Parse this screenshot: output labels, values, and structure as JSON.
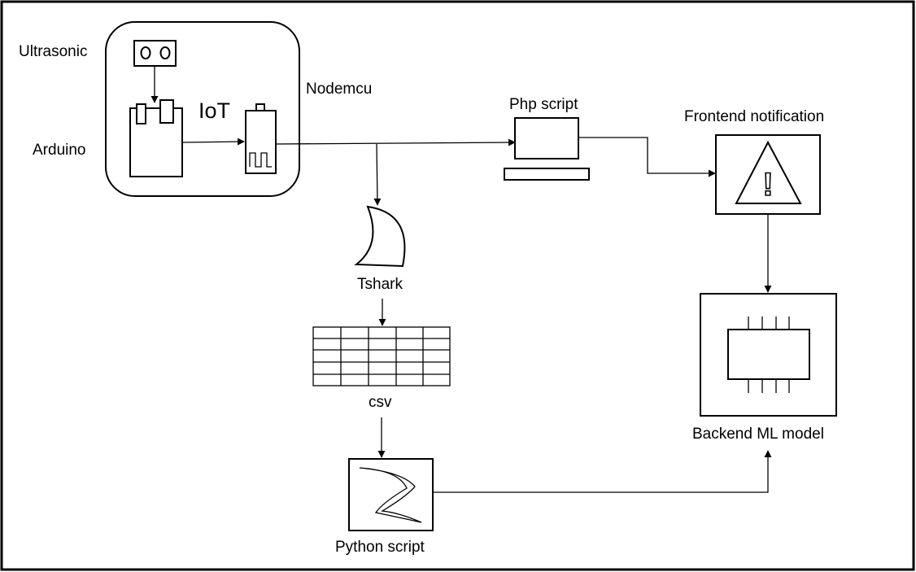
{
  "labels": {
    "ultrasonic": "Ultrasonic",
    "arduino": "Arduino",
    "iot": "IoT",
    "nodemcu": "Nodemcu",
    "php_script": "Php script",
    "frontend_notification": "Frontend notification",
    "tshark": "Tshark",
    "csv": "csv",
    "python_script": "Python script",
    "backend_ml_model": "Backend ML model"
  },
  "icons": {
    "warning": "!"
  }
}
